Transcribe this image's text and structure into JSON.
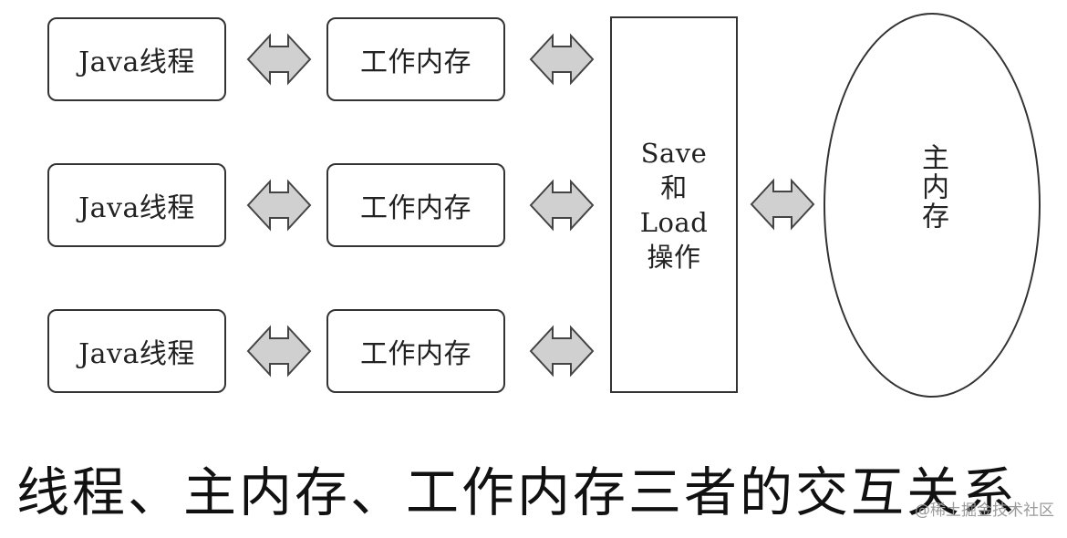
{
  "threads": [
    {
      "label": "Java线程"
    },
    {
      "label": "Java线程"
    },
    {
      "label": "Java线程"
    }
  ],
  "working_memories": [
    {
      "label": "工作内存"
    },
    {
      "label": "工作内存"
    },
    {
      "label": "工作内存"
    }
  ],
  "save_load": {
    "line1": "Save",
    "line2": "和",
    "line3": "Load",
    "line4": "操作"
  },
  "main_memory": {
    "label": "主内存"
  },
  "caption": "线程、主内存、工作内存三者的交互关系",
  "watermark": "@稀土掘金技术社区"
}
